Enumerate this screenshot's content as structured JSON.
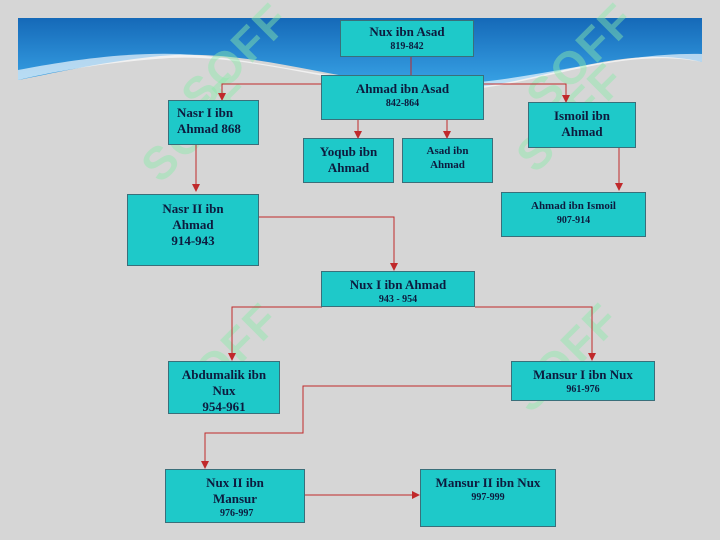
{
  "slide": {
    "watermark_text": "SOFF",
    "colors": {
      "box_fill": "#1ec9c9",
      "connector": "#c0292b",
      "header_wave": "#1f86d6"
    }
  },
  "rulers": {
    "nux_ibn_asad": {
      "name": "Nux ibn Asad",
      "dates": "819-842"
    },
    "ahmad_ibn_asad": {
      "name": "Ahmad ibn Asad",
      "dates": "842-864"
    },
    "nasr_i": {
      "name": "Nasr I ibn\nAhmad 868"
    },
    "yoqub": {
      "name": "Yoqub ibn\nAhmad"
    },
    "asad": {
      "name": "Asad ibn\nAhmad"
    },
    "ismoil": {
      "name": "Ismoil ibn\nAhmad"
    },
    "nasr_ii": {
      "name": "Nasr II ibn\nAhmad\n914-943"
    },
    "ahmad_ibn_ismoil": {
      "name": "Ahmad ibn Ismoil",
      "dates": "907-914"
    },
    "nux_i": {
      "name": "Nux  I ibn Ahmad",
      "dates": "943 - 954"
    },
    "abdumalik": {
      "name": "Abdumalik ibn\nNux\n954-961"
    },
    "mansur_i": {
      "name": "Mansur I ibn Nux",
      "dates": "961-976"
    },
    "nux_ii": {
      "name": "Nux II ibn\nMansur",
      "dates": "976-997"
    },
    "mansur_ii": {
      "name": "Mansur II ibn Nux",
      "dates": "997-999"
    }
  }
}
